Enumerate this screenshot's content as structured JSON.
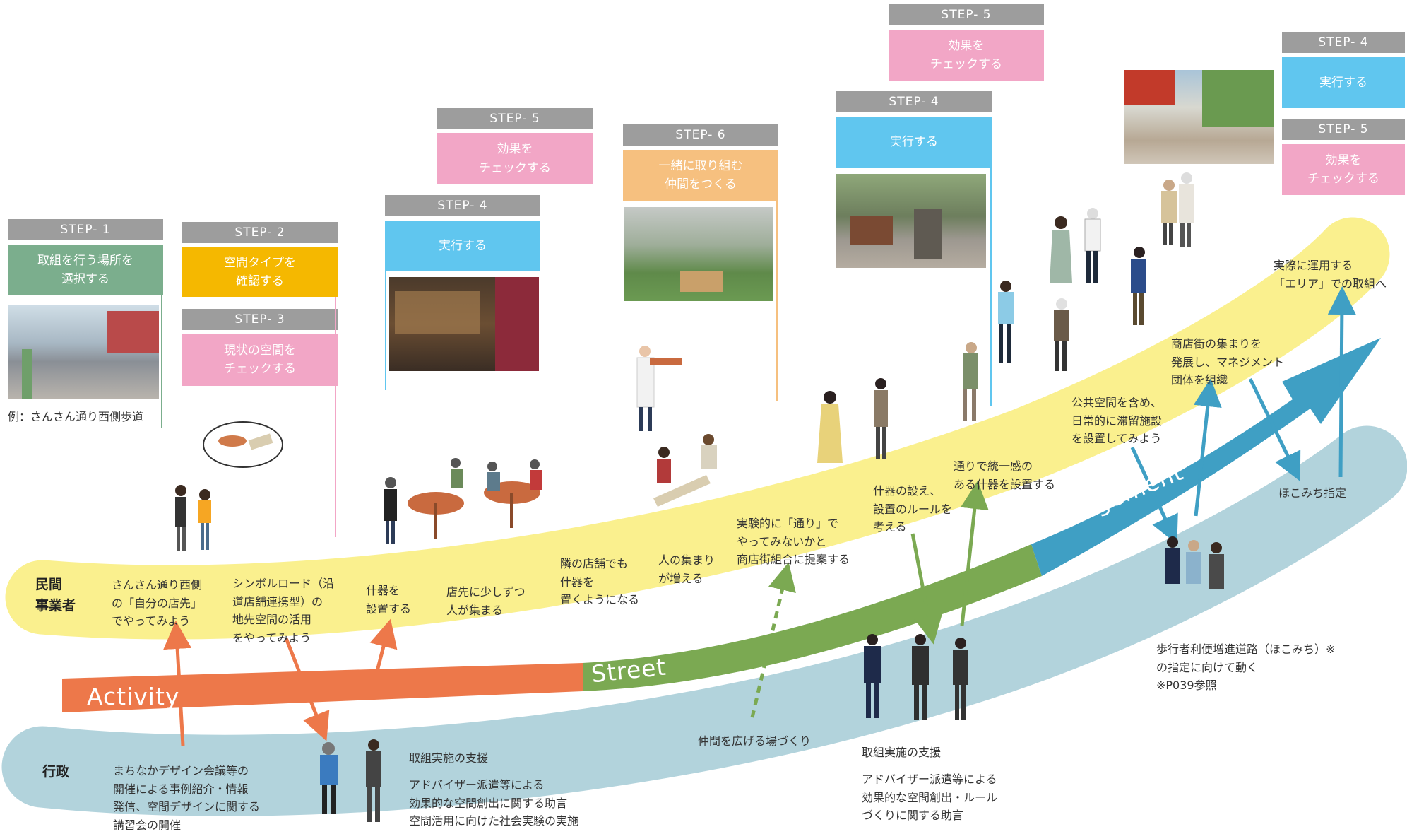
{
  "steps": {
    "s1": {
      "tag": "STEP- 1",
      "text": "取組を行う場所を\n選択する"
    },
    "s2": {
      "tag": "STEP- 2",
      "text": "空間タイプを\n確認する"
    },
    "s3": {
      "tag": "STEP- 3",
      "text": "現状の空間を\nチェックする"
    },
    "s4a": {
      "tag": "STEP- 4",
      "text": "実行する"
    },
    "s5a": {
      "tag": "STEP- 5",
      "text": "効果を\nチェックする"
    },
    "s6": {
      "tag": "STEP- 6",
      "text": "一緒に取り組む\n仲間をつくる"
    },
    "s4b": {
      "tag": "STEP- 4",
      "text": "実行する"
    },
    "s5b": {
      "tag": "STEP- 5",
      "text": "効果を\nチェックする"
    },
    "s4c": {
      "tag": "STEP- 4",
      "text": "実行する"
    },
    "s5c": {
      "tag": "STEP- 5",
      "text": "効果を\nチェックする"
    }
  },
  "photo_caption": "例：さんさん通り西側歩道",
  "bands": {
    "activity": "Activity",
    "street": "Street",
    "management": "Management"
  },
  "rows": {
    "private": "民間\n事業者",
    "admin": "行政"
  },
  "private_texts": {
    "t1": "さんさん通り西側\nの「自分の店先」\nでやってみよう",
    "t2": "シンボルロード（沿\n道店舗連携型）の\n地先空間の活用\nをやってみよう",
    "t3": "什器を\n設置する",
    "t4": "店先に少しずつ\n人が集まる",
    "t5": "隣の店舗でも\n什器を\n置くようになる",
    "t6": "人の集まり\nが増える",
    "t7": "実験的に「通り」で\nやってみないかと\n商店街組合に提案する",
    "t8": "什器の設え、\n設置のルールを\n考える",
    "t9": "通りで統一感の\nある什器を設置する",
    "t10": "公共空間を含め、\n日常的に滞留施設\nを設置してみよう",
    "t11": "商店街の集まりを\n発展し、マネジメント\n団体を組織",
    "t12": "実際に運用する\n「エリア」での取組へ",
    "t13": "ほこみち指定"
  },
  "admin_texts": {
    "a1": "まちなかデザイン会議等の\n開催による事例紹介・情報\n発信、空間デザインに関する\n講習会の開催",
    "a2_title": "取組実施の支援",
    "a2_body": "アドバイザー派遣等による\n効果的な空間創出に関する助言\n空間活用に向けた社会実験の実施",
    "a3": "仲間を広げる場づくり",
    "a4_title": "取組実施の支援",
    "a4_body": "アドバイザー派遣等による\n効果的な空間創出・ルール\nづくりに関する助言",
    "a5": "歩行者利便増進道路（ほこみち）※\nの指定に向けて動く\n※P039参照"
  },
  "colors": {
    "activity": "#ed784a",
    "street": "#7ba952",
    "management": "#3f9fc4",
    "private_band": "#faf08e",
    "admin_band": "#b2d3dc",
    "step_green": "#7bae8d",
    "step_yellow": "#f5b800",
    "step_pink": "#f2a6c6",
    "step_blue": "#60c6ef",
    "step_orange": "#f6c07f"
  }
}
